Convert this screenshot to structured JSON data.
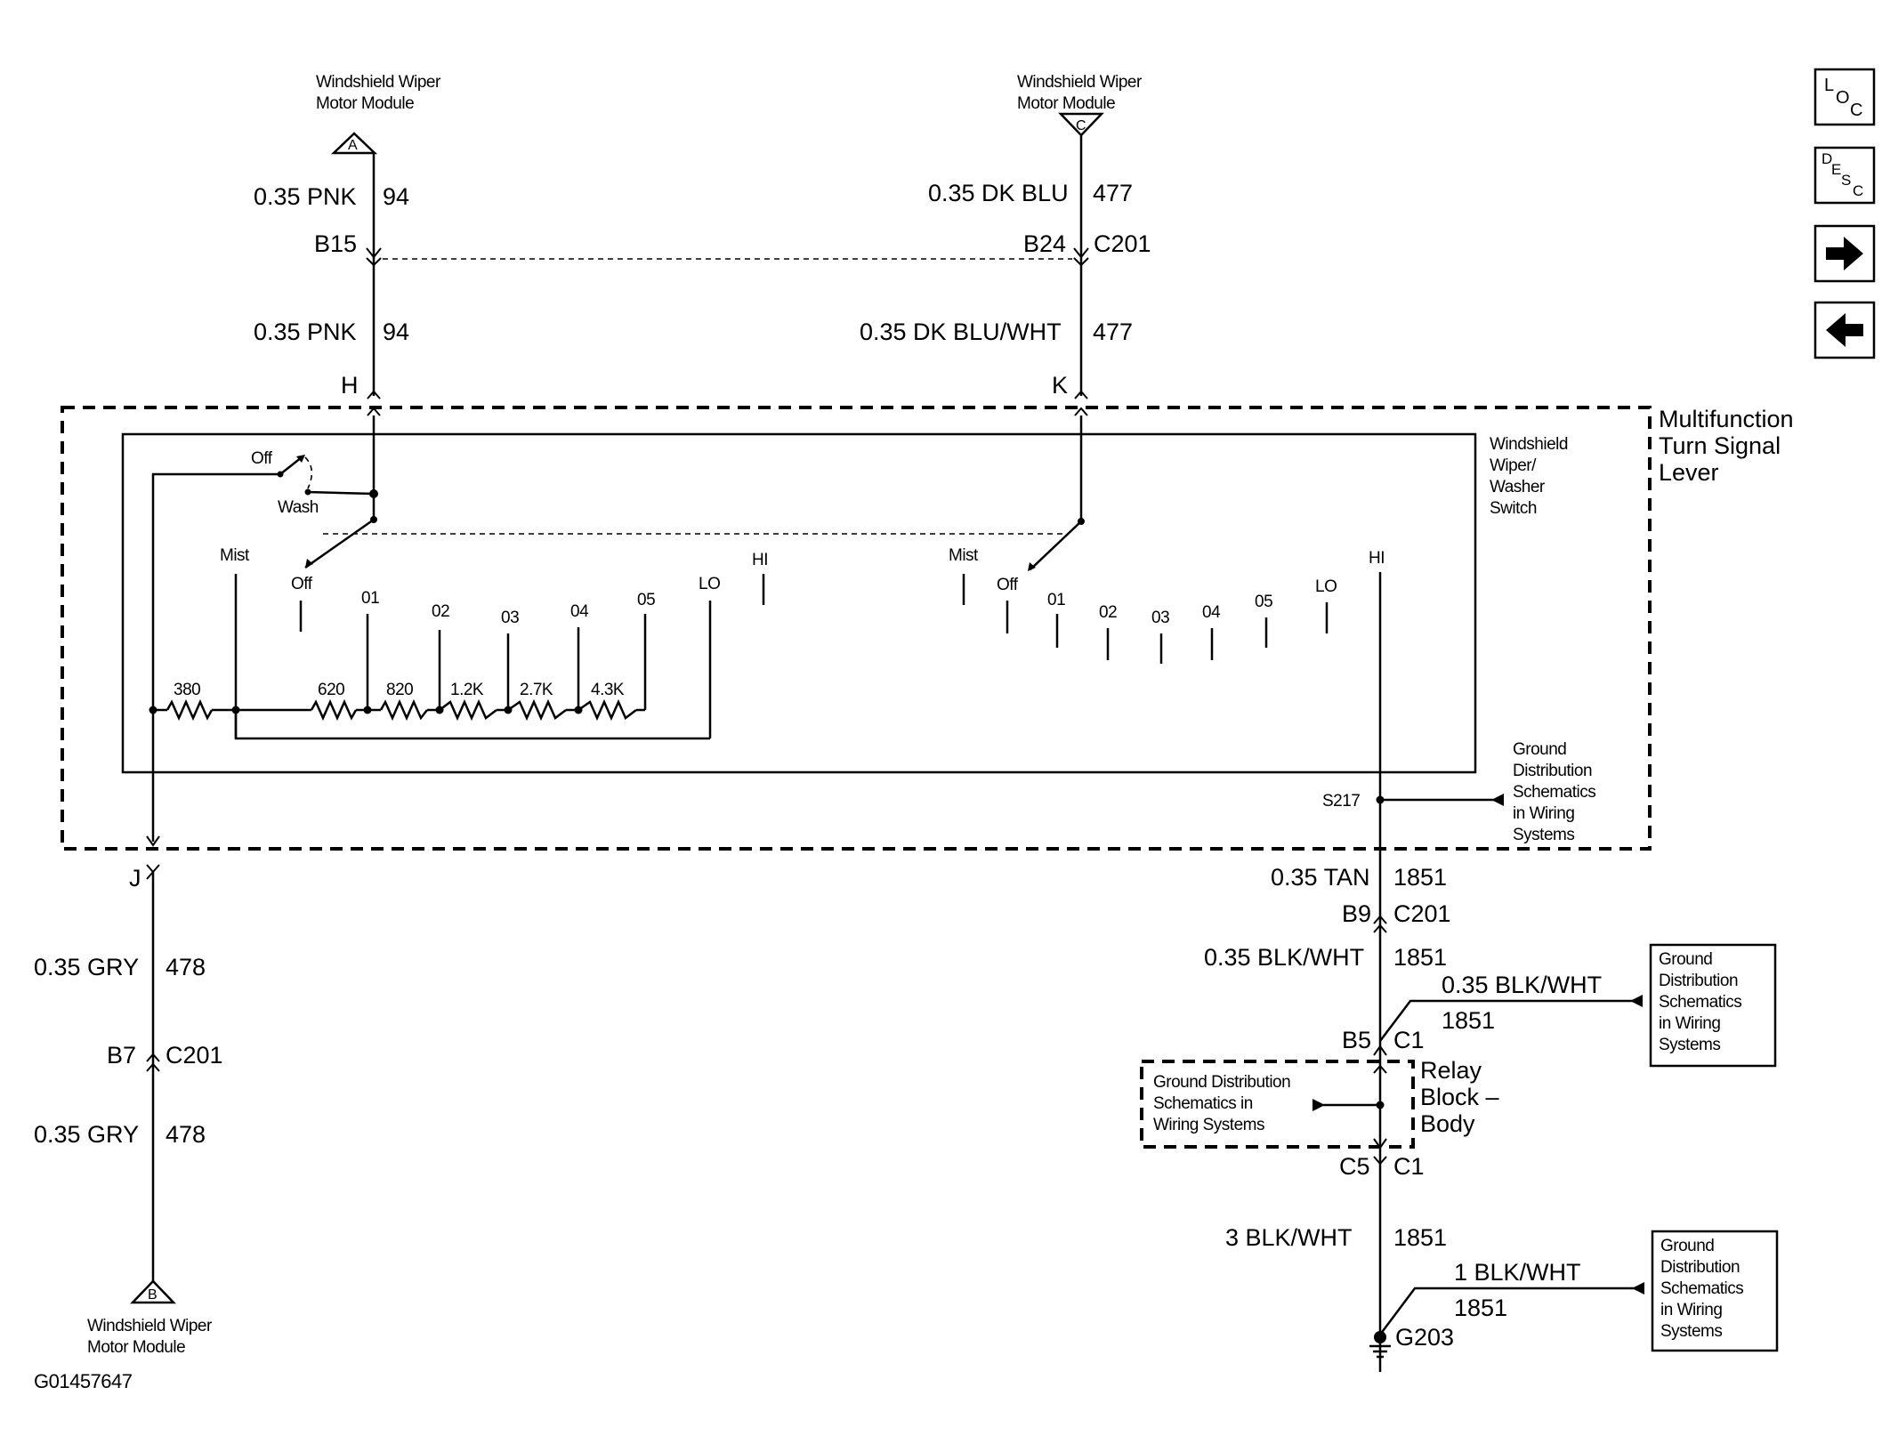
{
  "figure_id": "G01457647",
  "nav": {
    "loc_label": "LOC",
    "desc_label": "DESC",
    "forward_icon": "arrow-right-icon",
    "back_icon": "arrow-left-icon"
  },
  "modules": {
    "module_a": {
      "name_line1": "Windshield Wiper",
      "name_line2": "Motor Module",
      "letter": "A"
    },
    "module_b": {
      "name_line1": "Windshield Wiper",
      "name_line2": "Motor Module",
      "letter": "B"
    },
    "module_c": {
      "name_line1": "Windshield Wiper",
      "name_line2": "Motor Module",
      "letter": "C"
    }
  },
  "wires": {
    "pnk_top": {
      "gauge_color": "0.35 PNK",
      "circuit": "94"
    },
    "pnk_bottom": {
      "gauge_color": "0.35 PNK",
      "circuit": "94"
    },
    "blu_top": {
      "gauge_color": "0.35 DK BLU",
      "circuit": "477"
    },
    "blu_bottom": {
      "gauge_color": "0.35 DK BLU/WHT",
      "circuit": "477"
    },
    "gry_top": {
      "gauge_color": "0.35 GRY",
      "circuit": "478"
    },
    "gry_bottom": {
      "gauge_color": "0.35 GRY",
      "circuit": "478"
    },
    "tan": {
      "gauge_color": "0.35 TAN",
      "circuit": "1851"
    },
    "blkwht_1": {
      "gauge_color": "0.35 BLK/WHT",
      "circuit": "1851"
    },
    "blkwht_branch": {
      "gauge_color": "0.35 BLK/WHT",
      "circuit": "1851"
    },
    "blkwht_3": {
      "gauge_color": "3  BLK/WHT",
      "circuit": "1851"
    },
    "blkwht_1g": {
      "gauge_color": "1 BLK/WHT",
      "circuit": "1851"
    }
  },
  "connectors": {
    "b15": "B15",
    "b24": "B24",
    "c201_top": "C201",
    "h": "H",
    "k": "K",
    "j": "J",
    "b7": "B7",
    "c201_left": "C201",
    "b9": "B9",
    "c201_right": "C201",
    "b5": "B5",
    "c1_top": "C1",
    "c5": "C5",
    "c1_bottom": "C1"
  },
  "components": {
    "lever_line1": "Multifunction",
    "lever_line2": "Turn Signal",
    "lever_line3": "Lever",
    "switch_line1": "Windshield",
    "switch_line2": "Wiper/",
    "switch_line3": "Washer",
    "switch_line4": "Switch",
    "relay_line1": "Relay",
    "relay_line2": "Block –",
    "relay_line3": "Body",
    "splice": "S217",
    "ground": "G203"
  },
  "switch_left": {
    "off_top": "Off",
    "wash": "Wash",
    "mist": "Mist",
    "off": "Off",
    "positions": [
      "01",
      "02",
      "03",
      "04",
      "05"
    ],
    "lo": "LO",
    "hi": "HI"
  },
  "switch_right": {
    "mist": "Mist",
    "off": "Off",
    "positions": [
      "01",
      "02",
      "03",
      "04",
      "05"
    ],
    "lo": "LO",
    "hi": "HI"
  },
  "resistors": [
    "380",
    "620",
    "820",
    "1.2K",
    "2.7K",
    "4.3K"
  ],
  "ground_refs": {
    "s217_ref": [
      "Ground",
      "Distribution",
      "Schematics",
      "in Wiring",
      "Systems"
    ],
    "c1_ref": [
      "Ground",
      "Distribution",
      "Schematics",
      "in Wiring",
      "Systems"
    ],
    "relay_ref": [
      "Ground Distribution",
      "Schematics in",
      "Wiring Systems"
    ],
    "g203_ref": [
      "Ground",
      "Distribution",
      "Schematics",
      "in Wiring",
      "Systems"
    ]
  }
}
